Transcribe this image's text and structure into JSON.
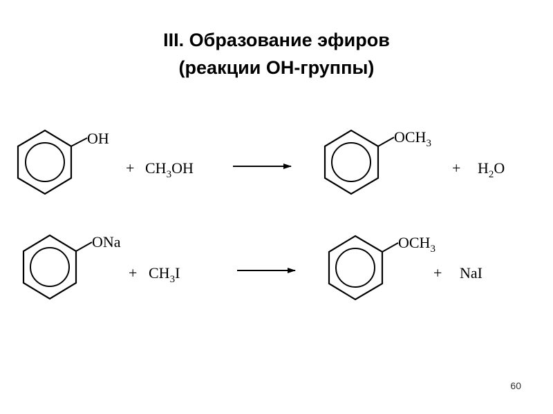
{
  "slide": {
    "title_line1": "III. Образование эфиров",
    "title_line2": "(реакции ОН-группы)",
    "page_number": "60"
  },
  "reaction1": {
    "reactant_substituent": "OH",
    "plus1": "+",
    "reagent": {
      "pre": "CH",
      "sub": "3",
      "post": "OH"
    },
    "product_substituent": {
      "pre": "OCH",
      "sub": "3"
    },
    "plus2": "+",
    "byproduct": {
      "pre": "H",
      "sub": "2",
      "post": "O"
    }
  },
  "reaction2": {
    "reactant_substituent": "ONa",
    "plus1": "+",
    "reagent": {
      "pre": "CH",
      "sub": "3",
      "post": "I"
    },
    "product_substituent": {
      "pre": "OCH",
      "sub": "3"
    },
    "plus2": "+",
    "byproduct": "NaI"
  }
}
